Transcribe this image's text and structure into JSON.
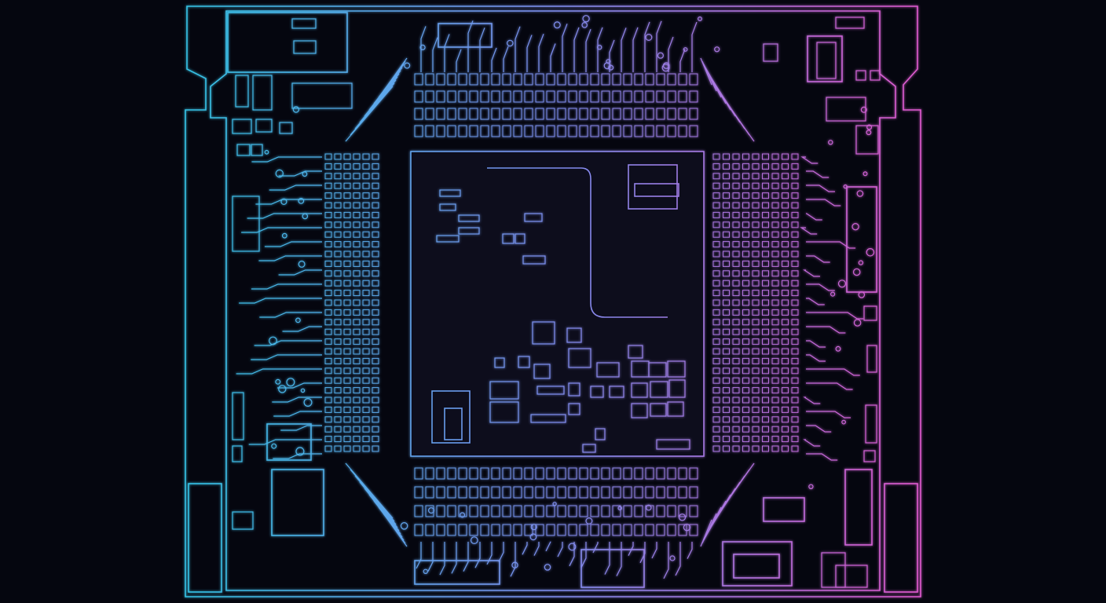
{
  "artwork": {
    "subject": "circuit-board-die",
    "colors": {
      "background": "#05060f",
      "left": "#35c3e6",
      "mid": "#7f8ff0",
      "right": "#e05ad0",
      "core_fill": "#070a1c"
    },
    "pad_bank_left_value": 31,
    "pad_bank_right_value": 31,
    "pad_bank_top_value": 26,
    "pad_bank_bottom_value": 26
  }
}
